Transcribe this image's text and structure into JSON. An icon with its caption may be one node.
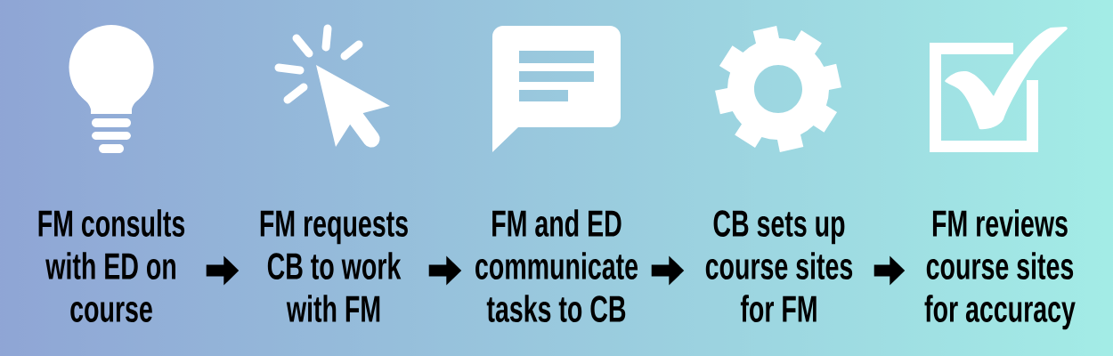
{
  "diagram": {
    "nodes": [
      {
        "text": [
          "FM consults with ED on course"
        ]
      },
      {
        "text": [
          "FM requests CB to work with FM"
        ]
      },
      {
        "text": [
          "FM and ED communicate tasks to CB"
        ]
      },
      {
        "text": [
          "CB sets up course sites for FM"
        ]
      },
      {
        "text": [
          "FM reviews course sites for accuracy"
        ]
      }
    ],
    "edges": [
      {
        "from": 0,
        "to": 1,
        "arrow": "to"
      },
      {
        "from": 1,
        "to": 2,
        "arrow": "to"
      },
      {
        "from": 2,
        "to": 3,
        "arrow": "to"
      },
      {
        "from": 3,
        "to": 4,
        "arrow": "to"
      }
    ]
  }
}
